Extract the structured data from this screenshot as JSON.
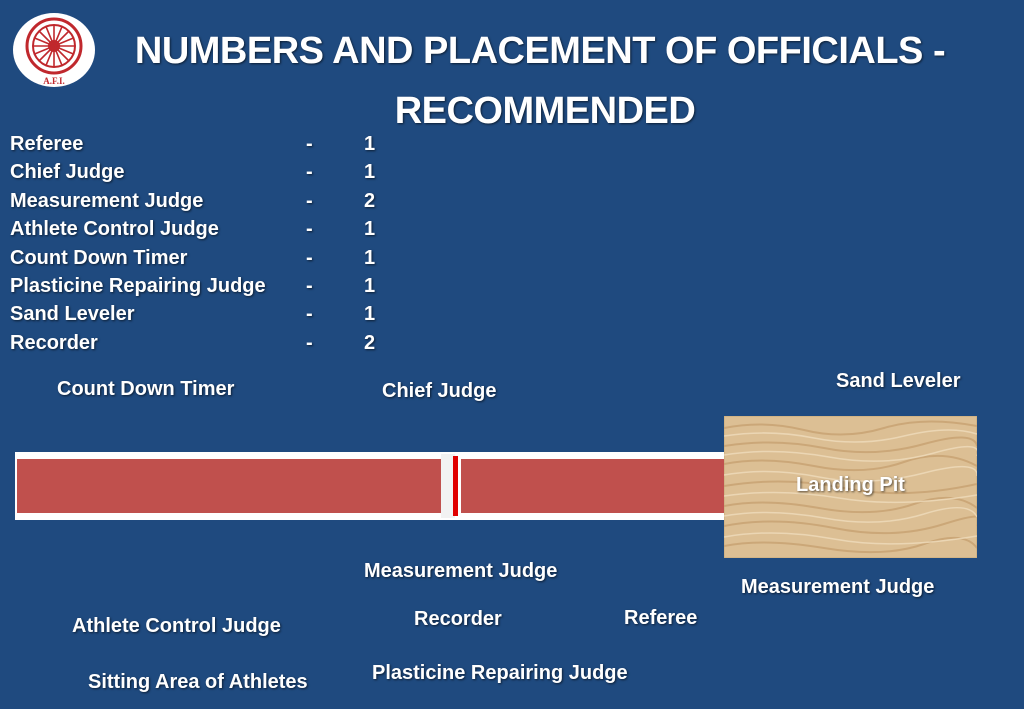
{
  "title_line1": "NUMBERS AND PLACEMENT OF OFFICIALS -",
  "title_line2": "RECOMMENDED",
  "logo_text": "A.F.I.",
  "officials": [
    {
      "role": "Referee",
      "dash": "-",
      "count": "1"
    },
    {
      "role": "Chief Judge",
      "dash": "-",
      "count": "1"
    },
    {
      "role": "Measurement Judge",
      "dash": "-",
      "count": "2"
    },
    {
      "role": "Athlete Control Judge",
      "dash": "-",
      "count": "1"
    },
    {
      "role": "Count Down Timer",
      "dash": "-",
      "count": "1"
    },
    {
      "role": "Plasticine Repairing  Judge",
      "dash": "-",
      "count": "1"
    },
    {
      "role": "Sand Leveler",
      "dash": "-",
      "count": "1"
    },
    {
      "role": "Recorder",
      "dash": "-",
      "count": "2"
    }
  ],
  "diagram": {
    "count_down_timer": "Count Down Timer",
    "chief_judge": "Chief Judge",
    "sand_leveler": "Sand Leveler",
    "landing_pit": "Landing Pit",
    "measurement_judge_center": "Measurement Judge",
    "measurement_judge_right": "Measurement Judge",
    "athlete_control_judge": "Athlete Control Judge",
    "recorder": "Recorder",
    "referee": "Referee",
    "plasticine_repairing_judge": "Plasticine Repairing  Judge",
    "sitting_area": "Sitting Area of Athletes"
  },
  "colors": {
    "background": "#1f4a7f",
    "runway": "#c0504d",
    "takeoff_line": "#e00000",
    "sand": "#dcbf94"
  }
}
